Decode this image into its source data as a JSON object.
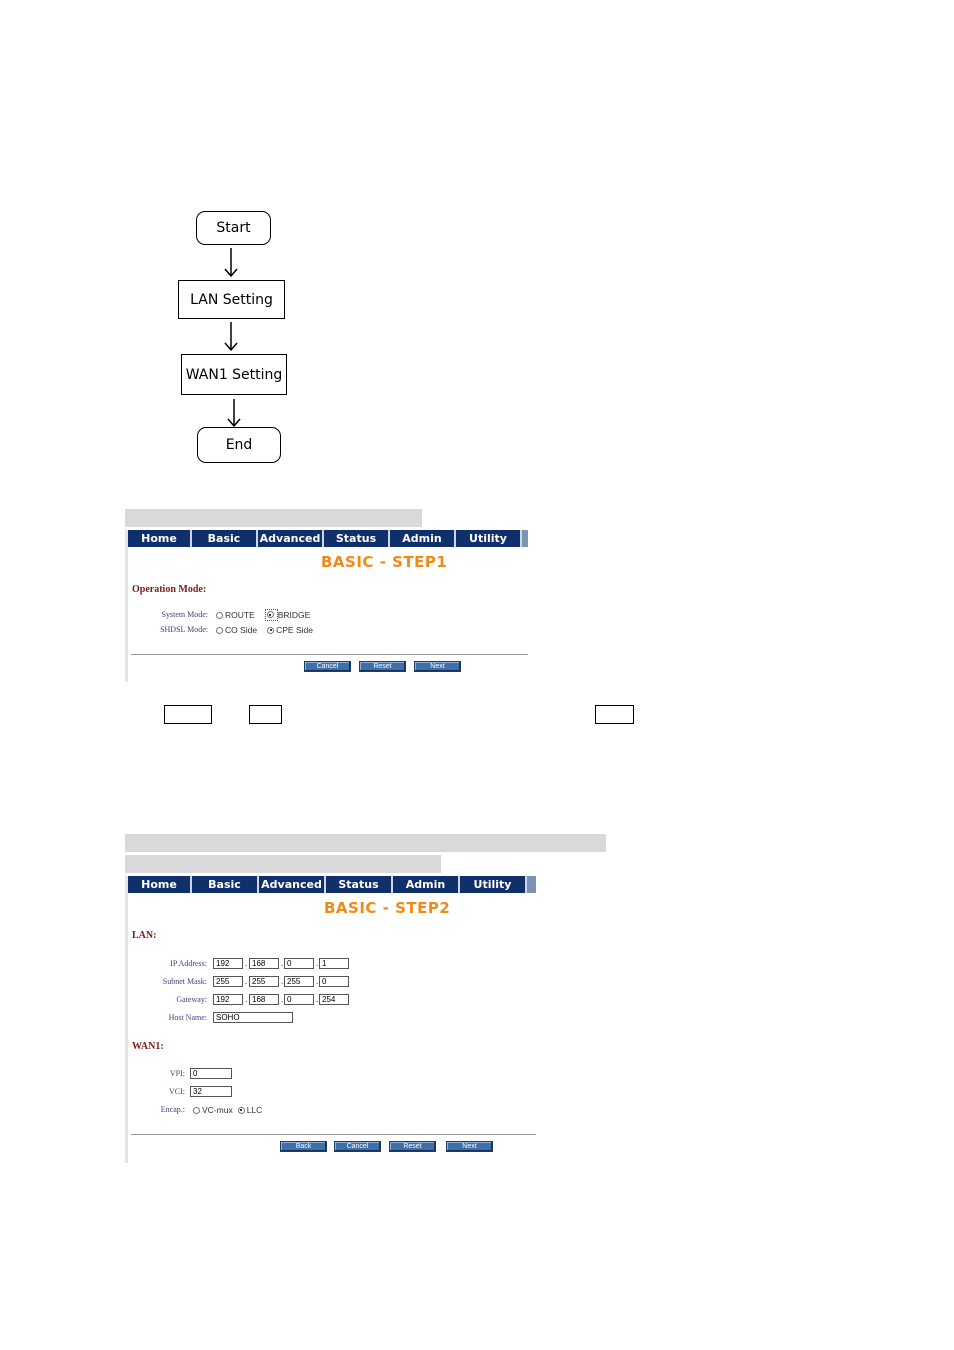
{
  "flowchart": {
    "start": "Start",
    "lan": "LAN Setting",
    "wan": "WAN1 Setting",
    "end": "End"
  },
  "nav": [
    "Home",
    "Basic",
    "Advanced",
    "Status",
    "Admin",
    "Utility"
  ],
  "step1": {
    "title": "BASIC - STEP1",
    "section": "Operation Mode:",
    "system_mode_label": "System Mode:",
    "system_mode_options": [
      "ROUTE",
      "BRIDGE"
    ],
    "shdsl_mode_label": "SHDSL Mode:",
    "shdsl_mode_options": [
      "CO Side",
      "CPE Side"
    ],
    "buttons": [
      "Cancel",
      "Reset",
      "Next"
    ]
  },
  "step2": {
    "title": "BASIC - STEP2",
    "lan_section": "LAN:",
    "ip_label": "IP Address:",
    "ip": [
      "192",
      "168",
      "0",
      "1"
    ],
    "mask_label": "Subnet Mask:",
    "mask": [
      "255",
      "255",
      "255",
      "0"
    ],
    "gw_label": "Gateway:",
    "gw": [
      "192",
      "168",
      "0",
      "254"
    ],
    "host_label": "Host Name:",
    "host": "SOHO",
    "wan_section": "WAN1:",
    "vpi_label": "VPI:",
    "vpi": "0",
    "vci_label": "VCI:",
    "vci": "32",
    "encap_label": "Encap.:",
    "encap_options": [
      "VC-mux",
      "LLC"
    ],
    "buttons": [
      "Back",
      "Cancel",
      "Reset",
      "Next"
    ]
  }
}
